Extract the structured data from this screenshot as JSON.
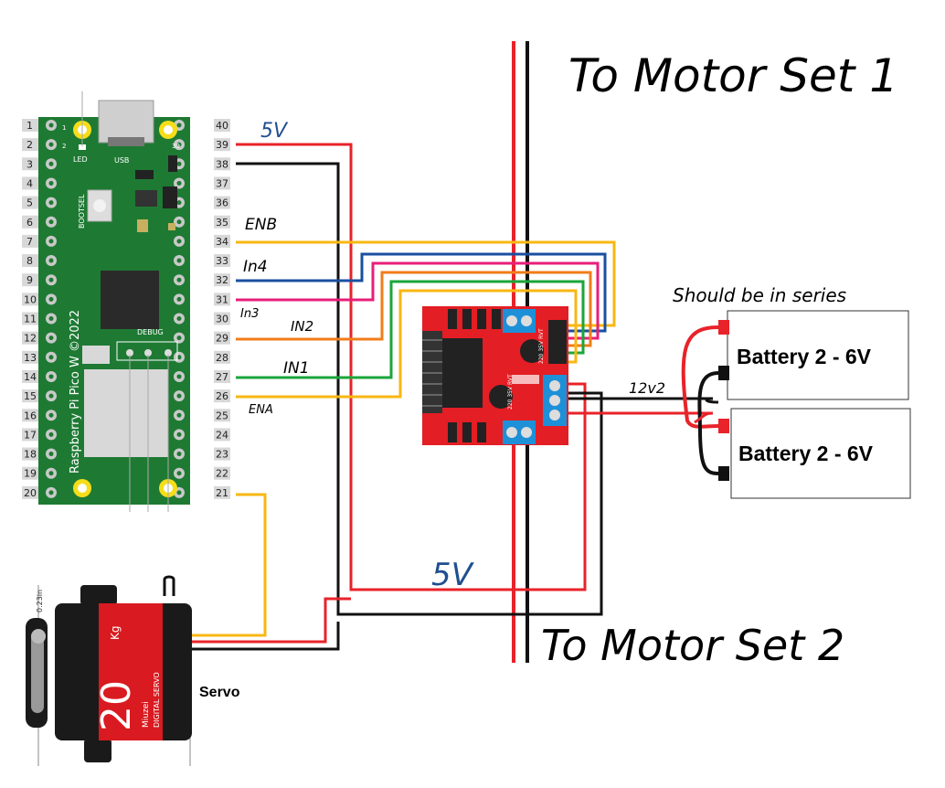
{
  "title_top": "To Motor Set 1",
  "title_bottom": "To Motor Set 2",
  "series_note": "Should be in series",
  "battery_labels": [
    "Battery 2 - 6V",
    "Battery 2 - 6V"
  ],
  "servo_label": "Servo",
  "voltage_labels": {
    "pico_5v": "5V",
    "bottom_5v": "5V",
    "batt_12v": "12v2"
  },
  "signal_labels": {
    "enb": "ENB",
    "in4": "In4",
    "in3": "In3",
    "in2": "IN2",
    "in1": "IN1",
    "ena": "ENA"
  },
  "pico": {
    "board_text": "Raspberry Pi Pico W ©2022",
    "usb": "USB",
    "led": "LED",
    "bootsel": "BOOTSEL",
    "debug": "DEBUG",
    "pin1_small": "1",
    "pin2_small": "2",
    "pin39_small": "39",
    "left_pins": [
      "1",
      "2",
      "3",
      "4",
      "5",
      "6",
      "7",
      "8",
      "9",
      "10",
      "11",
      "12",
      "13",
      "14",
      "15",
      "16",
      "17",
      "18",
      "19",
      "20"
    ],
    "right_pins": [
      "40",
      "39",
      "38",
      "37",
      "36",
      "35",
      "34",
      "33",
      "32",
      "31",
      "30",
      "29",
      "28",
      "27",
      "26",
      "25",
      "24",
      "23",
      "22",
      "21"
    ]
  },
  "driver": {
    "cap_text_1": "220 35V RVT",
    "cap_text_2": "220 35V RVT"
  },
  "servo_body": {
    "big": "20",
    "kg": "Kg",
    "brand": "Miuzei",
    "model": "DIGITAL SERVO",
    "dim": "0.23in"
  },
  "colors": {
    "red_wire": "#e8232a",
    "black_wire": "#111111",
    "yellow_wire": "#f8b712",
    "blue_wire": "#1a4fa0",
    "pink_wire": "#e81e7a",
    "orange_wire": "#f07d1a",
    "green_wire": "#1aa63a",
    "pico_green": "#1e7a33",
    "driver_red": "#e31e24",
    "label_blue": "#1f4f8f"
  }
}
